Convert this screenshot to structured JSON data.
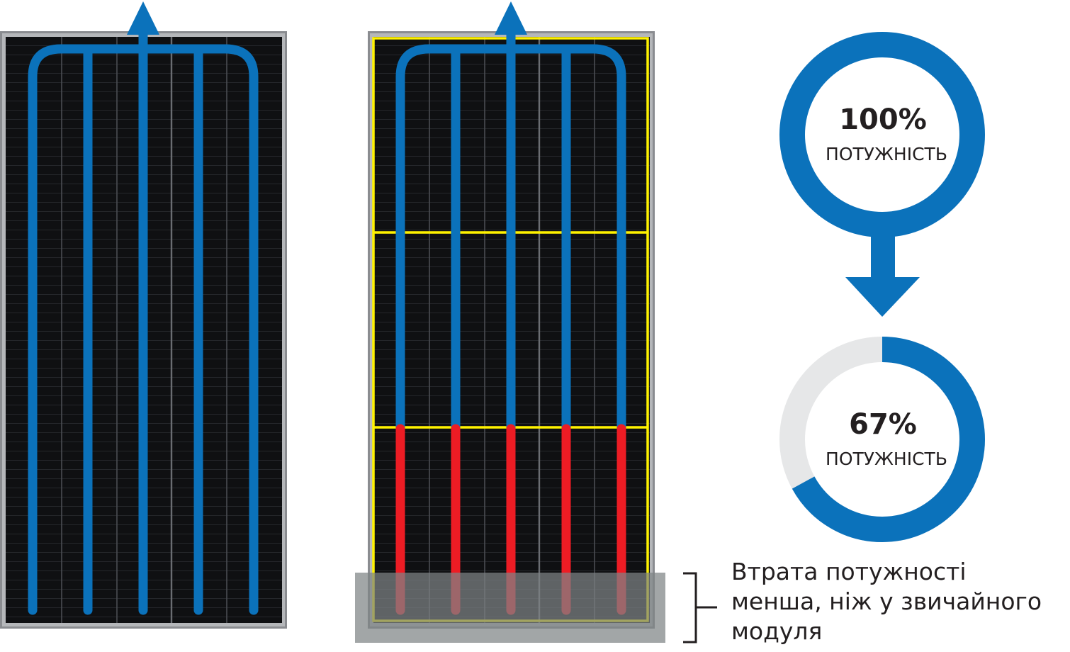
{
  "colors": {
    "accent_blue": "#0b72bb",
    "shaded_red": "#ed1c24",
    "substring_yellow": "#fff200",
    "panel_dark": "#101113",
    "frame_grey": "#9a9ca0",
    "ring_grey": "#e6e7e8",
    "shade_overlay": "#7e8385"
  },
  "panel_conventional": {
    "icon": "solar-panel-icon"
  },
  "panel_halfcut": {
    "icon": "solar-panel-icon"
  },
  "gauge_full": {
    "percent_label": "100%",
    "power_label": "ПОТУЖНІСТЬ",
    "fill": 1.0
  },
  "gauge_reduced": {
    "percent_label": "67%",
    "power_label": "ПОТУЖНІСТЬ",
    "fill": 0.67
  },
  "caption": {
    "line1": "Втрата потужності",
    "line2": "менша, ніж у звичайного",
    "line3": "модуля"
  }
}
